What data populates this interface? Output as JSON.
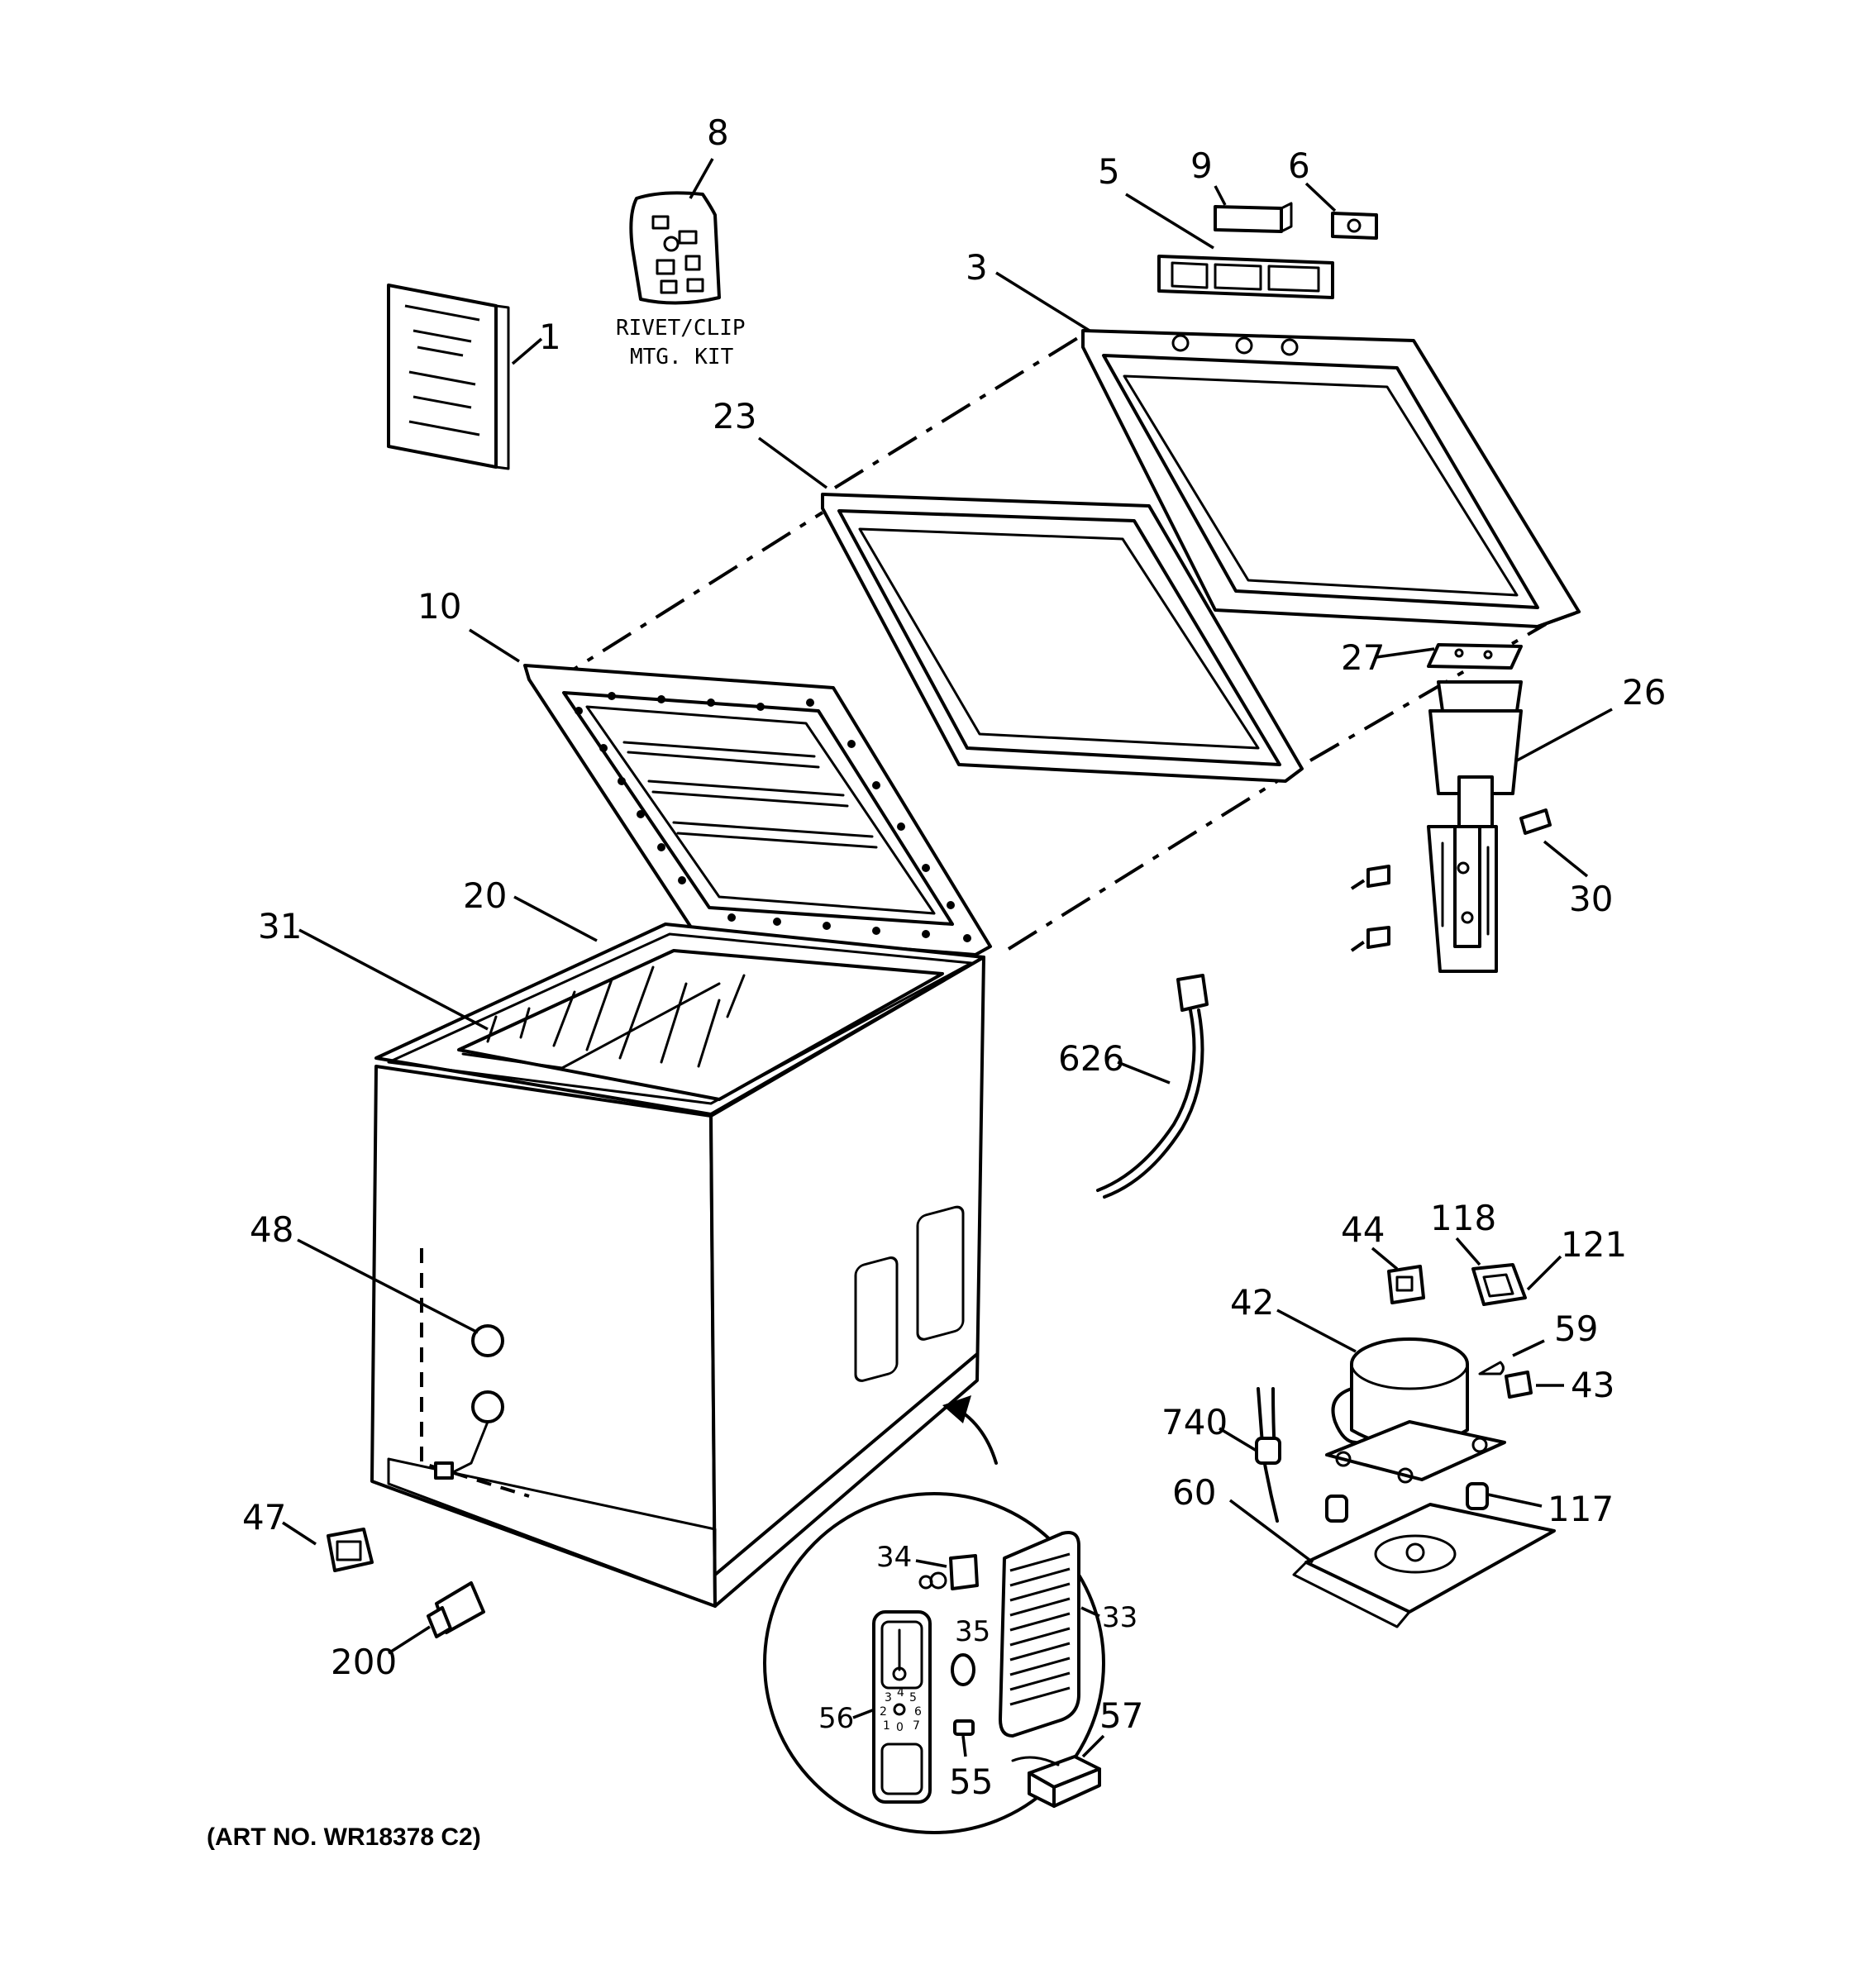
{
  "diagram": {
    "kit_label_line1": "RIVET/CLIP",
    "kit_label_line2": "MTG. KIT",
    "art_number": "(ART NO. WR18378 C2)",
    "callouts": {
      "p1": "1",
      "p3": "3",
      "p5": "5",
      "p6": "6",
      "p8": "8",
      "p9": "9",
      "p10": "10",
      "p20": "20",
      "p23": "23",
      "p26": "26",
      "p27": "27",
      "p30": "30",
      "p31": "31",
      "p33": "33",
      "p34": "34",
      "p35": "35",
      "p42": "42",
      "p43": "43",
      "p44": "44",
      "p47": "47",
      "p48": "48",
      "p55": "55",
      "p56": "56",
      "p57": "57",
      "p59": "59",
      "p60": "60",
      "p117": "117",
      "p118": "118",
      "p121": "121",
      "p200": "200",
      "p626": "626",
      "p740": "740"
    },
    "dial_numbers": [
      "1",
      "2",
      "3",
      "4",
      "5",
      "6",
      "7",
      "0"
    ]
  }
}
